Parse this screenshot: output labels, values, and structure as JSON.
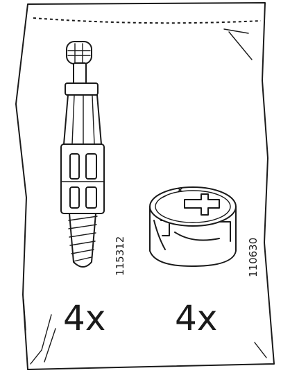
{
  "parts": [
    {
      "part_number": "115312",
      "quantity": "4x",
      "icon": "cam-dowel-bolt-icon"
    },
    {
      "part_number": "110630",
      "quantity": "4x",
      "icon": "cam-lock-nut-icon"
    }
  ],
  "colors": {
    "ink": "#1a1a1a",
    "background": "#ffffff"
  }
}
